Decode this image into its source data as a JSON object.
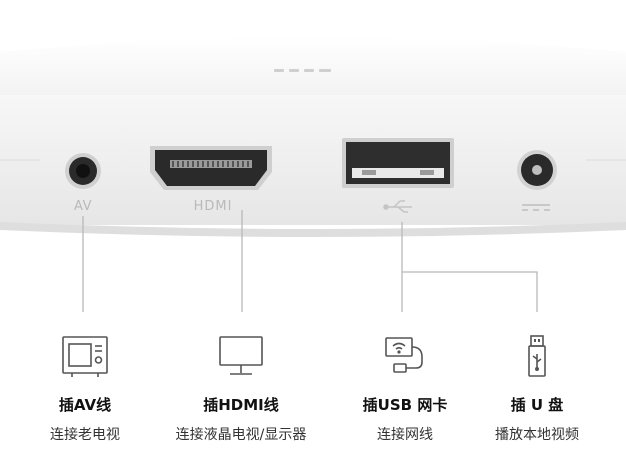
{
  "ports": [
    {
      "id": "av",
      "label": "AV"
    },
    {
      "id": "hdmi",
      "label": "HDMI"
    },
    {
      "id": "usb",
      "label": ""
    },
    {
      "id": "power",
      "label": ""
    }
  ],
  "features": [
    {
      "title": "插AV线",
      "subtitle": "连接老电视",
      "icon": "tv-icon"
    },
    {
      "title": "插HDMI线",
      "subtitle": "连接液晶电视/显示器",
      "icon": "monitor-icon"
    },
    {
      "title": "插USB 网卡",
      "subtitle": "连接网线",
      "icon": "usb-network-adapter-icon"
    },
    {
      "title": "插 U 盘",
      "subtitle": "播放本地视频",
      "icon": "usb-flash-drive-icon"
    }
  ],
  "colors": {
    "device_body": "#f1f1f1",
    "port_dark": "#2a2a2a",
    "leader_line": "#b8b8b8",
    "icon_stroke": "#555555"
  }
}
